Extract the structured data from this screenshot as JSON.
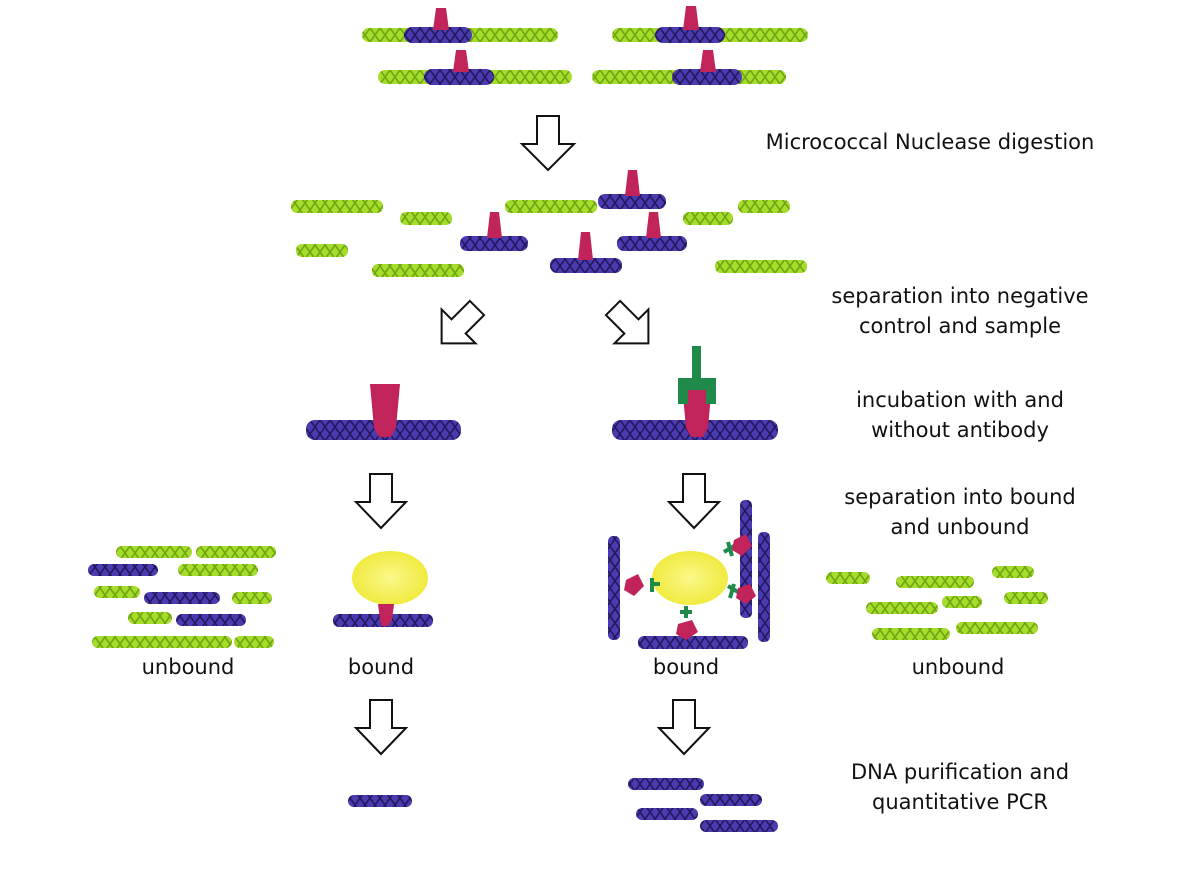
{
  "steps": {
    "digestion": "Micrococcal Nuclease digestion",
    "separation_line1": "separation into negative",
    "separation_line2": "control and sample",
    "incubation_line1": "incubation with and",
    "incubation_line2": "without antibody",
    "bound_sep_line1": "separation into bound",
    "bound_sep_line2": "and unbound",
    "purification_line1": "DNA purification and",
    "purification_line2": "quantitative PCR"
  },
  "fractions": {
    "left_unbound": "unbound",
    "left_bound": "bound",
    "right_bound": "bound",
    "right_unbound": "unbound"
  },
  "colors": {
    "linker_dna": "#9fd62a",
    "nucleosomal_dna": "#3b2e9a",
    "histone": "#c0245a",
    "antibody": "#1f8a4a",
    "bead": "#f3f060"
  }
}
